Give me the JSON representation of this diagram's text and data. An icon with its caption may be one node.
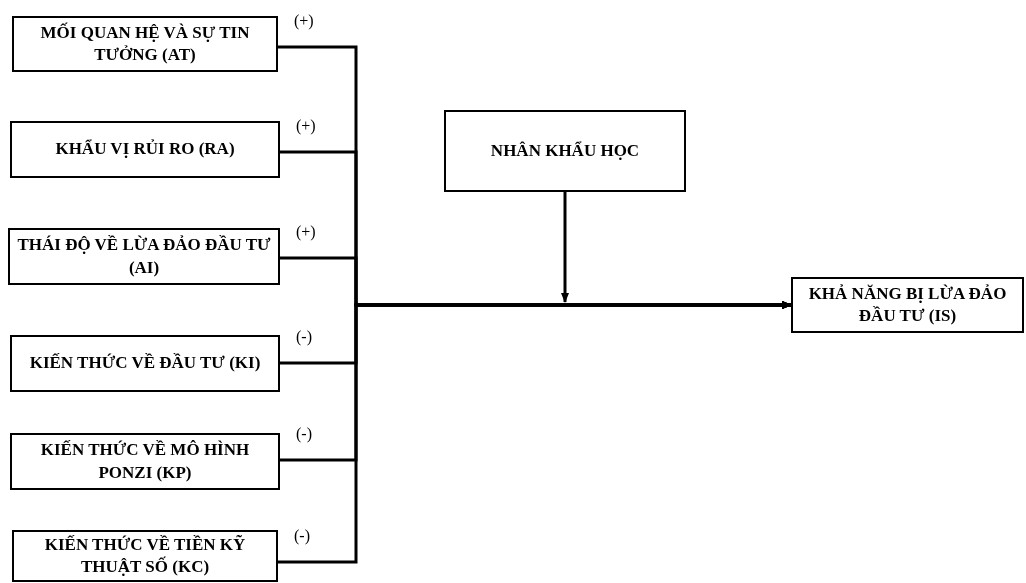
{
  "diagram": {
    "nodes": [
      {
        "text": [
          "MỐI QUAN HỆ VÀ SỰ TIN TƯỞNG (AT)"
        ]
      },
      {
        "text": [
          "KHẨU VỊ RỦI RO (RA)"
        ]
      },
      {
        "text": [
          "THÁI ĐỘ VỀ LỪA ĐẢO ĐẦU TƯ (AI)"
        ]
      },
      {
        "text": [
          "KIẾN THỨC VỀ ĐẦU TƯ (KI)"
        ]
      },
      {
        "text": [
          "KIẾN THỨC VỀ MÔ HÌNH PONZI (KP)"
        ]
      },
      {
        "text": [
          "KIẾN THỨC VỀ TIỀN KỸ THUẬT SỐ (KC)"
        ]
      },
      {
        "text": [
          "NHÂN KHẨU HỌC"
        ]
      },
      {
        "text": [
          "KHẢ NĂNG BỊ LỪA ĐẢO ĐẦU TƯ (IS)"
        ]
      }
    ],
    "edges": [
      {
        "from": 0,
        "to": 7,
        "arrow": "to",
        "label": "(+)"
      },
      {
        "from": 1,
        "to": 7,
        "arrow": "to",
        "label": "(+)"
      },
      {
        "from": 2,
        "to": 7,
        "arrow": "to",
        "label": "(+)"
      },
      {
        "from": 3,
        "to": 7,
        "arrow": "to",
        "label": "(-)"
      },
      {
        "from": 4,
        "to": 7,
        "arrow": "to",
        "label": "(-)"
      },
      {
        "from": 5,
        "to": 7,
        "arrow": "to",
        "label": "(-)"
      },
      {
        "from": 6,
        "to": null,
        "arrow": "to"
      }
    ]
  }
}
